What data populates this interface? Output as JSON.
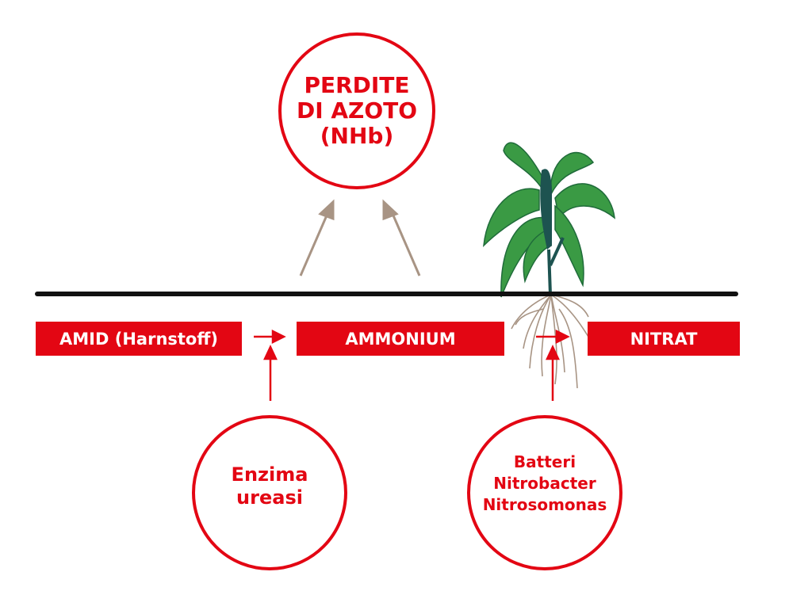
{
  "colors": {
    "red": "#e30613",
    "arrow_loss": "#a89484",
    "soil_line": "#111111",
    "leaf": "#3a9a44",
    "stem": "#1d5350",
    "root": "#a89484"
  },
  "loss_circle": {
    "lines": [
      "PERDITE",
      "DI AZOTO",
      "(NHb)"
    ]
  },
  "boxes": {
    "amid": "AMID (Harnstoff)",
    "ammonium": "AMMONIUM",
    "nitrat": "NITRAT"
  },
  "enzyme_circle": {
    "lines": [
      "Enzima",
      "ureasi"
    ]
  },
  "bacteria_circle": {
    "lines": [
      "Batteri",
      "Nitrobacter",
      "Nitrosomonas"
    ]
  }
}
